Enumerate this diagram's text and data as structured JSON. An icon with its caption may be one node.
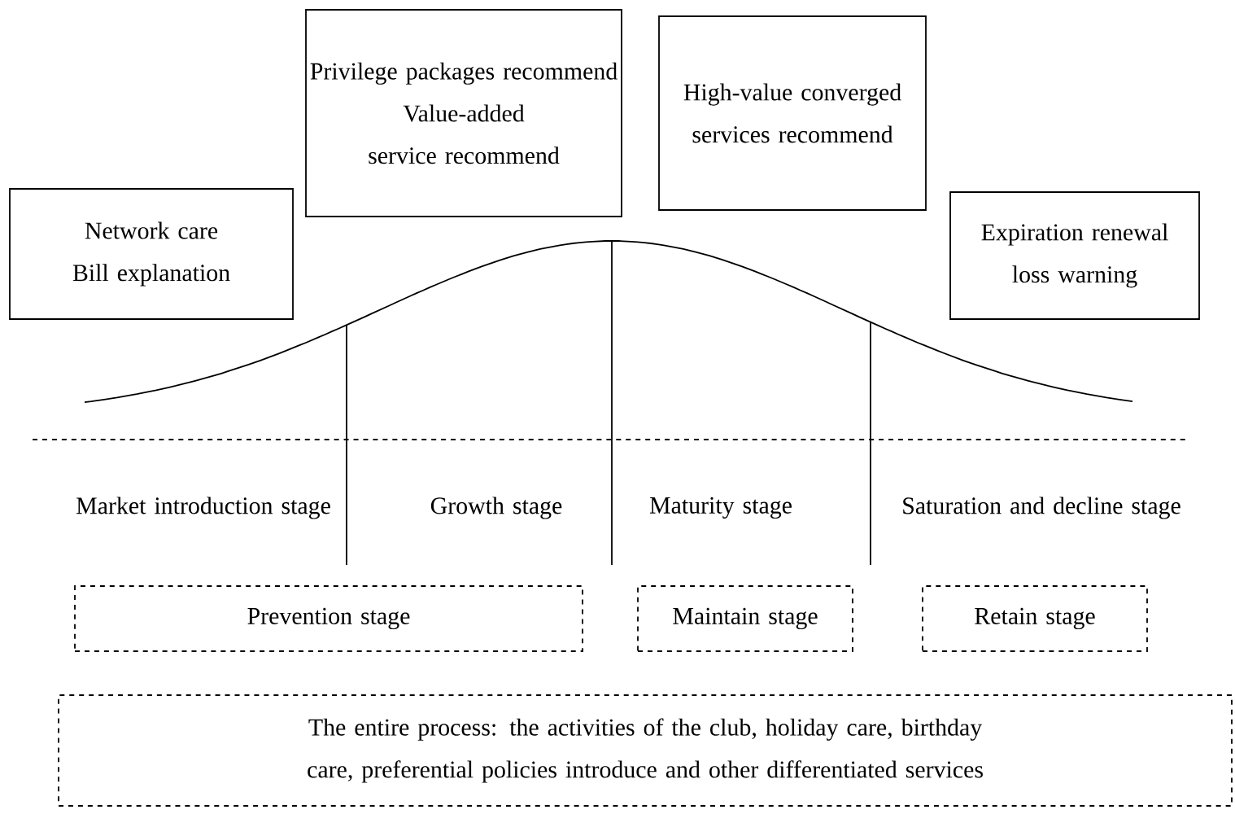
{
  "diagram": {
    "nodes": [
      {
        "text": [
          "Network care",
          "Bill explanation"
        ]
      },
      {
        "text": [
          "Privilege packages recommend",
          "Value-added service recommend"
        ]
      },
      {
        "text": [
          "High-value converged services recommend"
        ]
      },
      {
        "text": [
          "Expiration renewal loss warning"
        ]
      },
      {
        "text": [
          "Prevention stage"
        ]
      },
      {
        "text": [
          "Maintain stage"
        ]
      },
      {
        "text": [
          "Retain stage"
        ]
      },
      {
        "text": [
          "The entire process: the activities of the club, holiday care, birthday care, preferential policies introduce and other differentiated services"
        ]
      }
    ],
    "labels": [
      "Market introduction stage",
      "Growth stage",
      "Maturity stage",
      "Saturation and decline stage"
    ]
  }
}
